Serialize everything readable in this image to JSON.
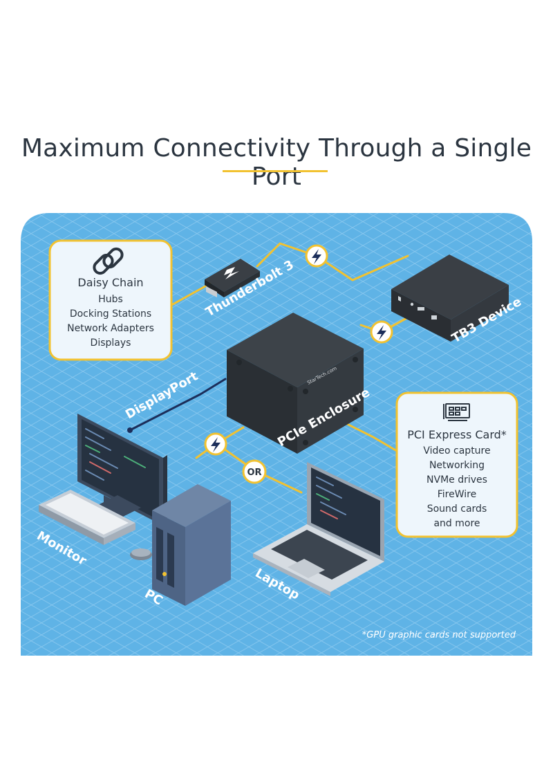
{
  "title": "Maximum Connectivity Through a Single Port",
  "daisy_chain": {
    "heading": "Daisy Chain",
    "items": [
      "Hubs",
      "Docking Stations",
      "Network Adapters",
      "Displays"
    ]
  },
  "pci_card": {
    "heading": "PCI Express Card*",
    "items": [
      "Video capture",
      "Networking",
      "NVMe drives",
      "FireWire",
      "Sound cards",
      "and more"
    ]
  },
  "labels": {
    "thunderbolt": "Thunderbolt 3",
    "tb3_device": "TB3 Device",
    "displayport": "DisplayPort",
    "pcie_enclosure": "PCIe Enclosure",
    "monitor": "Monitor",
    "pc": "PC",
    "laptop": "Laptop",
    "or": "OR",
    "brand": "StarTech.com"
  },
  "footnote": "*GPU graphic cards not supported",
  "colors": {
    "background_blue": "#5fb3e6",
    "accent_yellow": "#f2c230",
    "device_dark": "#2e3338",
    "text_dark": "#2b3540",
    "callout_bg": "#eef6fc",
    "cable_navy": "#1c2e5a"
  }
}
